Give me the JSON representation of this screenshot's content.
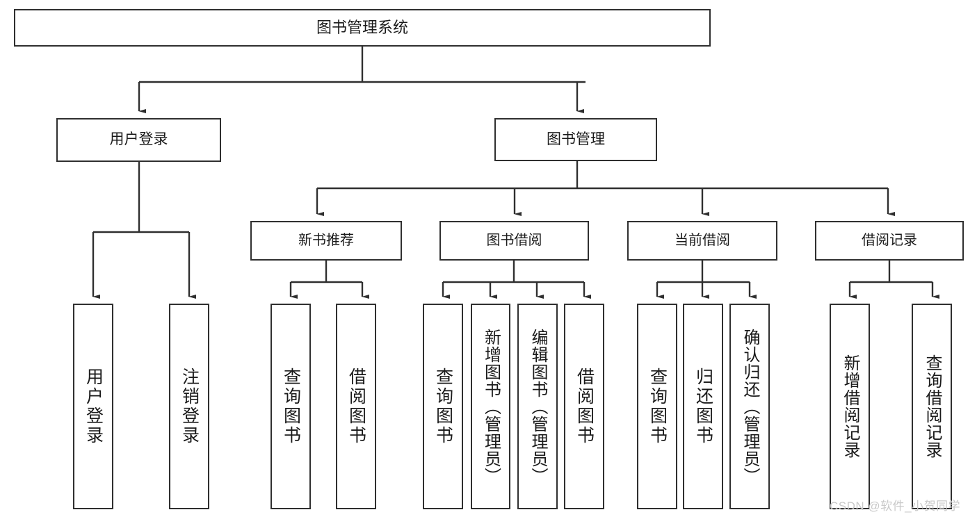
{
  "diagram": {
    "title": "图书管理系统",
    "type": "hierarchy-tree",
    "root": {
      "id": "root",
      "label": "图书管理系统"
    },
    "level1": [
      {
        "id": "user-login",
        "label": "用户登录"
      },
      {
        "id": "book-manage",
        "label": "图书管理"
      }
    ],
    "level2": [
      {
        "id": "new-book-recommend",
        "label": "新书推荐",
        "parent": "book-manage"
      },
      {
        "id": "book-borrow",
        "label": "图书借阅",
        "parent": "book-manage"
      },
      {
        "id": "current-borrow",
        "label": "当前借阅",
        "parent": "book-manage"
      },
      {
        "id": "borrow-record",
        "label": "借阅记录",
        "parent": "book-manage"
      }
    ],
    "leaves": [
      {
        "id": "leaf-user-login",
        "label": "用户登录",
        "parent": "user-login"
      },
      {
        "id": "leaf-user-logout",
        "label": "注销登录",
        "parent": "user-login"
      },
      {
        "id": "leaf-query-book-1",
        "label": "查询图书",
        "parent": "new-book-recommend"
      },
      {
        "id": "leaf-borrow-book-1",
        "label": "借阅图书",
        "parent": "new-book-recommend"
      },
      {
        "id": "leaf-query-book-2",
        "label": "查询图书",
        "parent": "book-borrow"
      },
      {
        "id": "leaf-add-book",
        "label": "新增图书（管理员）",
        "parent": "book-borrow"
      },
      {
        "id": "leaf-edit-book",
        "label": "编辑图书（管理员）",
        "parent": "book-borrow"
      },
      {
        "id": "leaf-borrow-book-2",
        "label": "借阅图书",
        "parent": "book-borrow"
      },
      {
        "id": "leaf-query-book-3",
        "label": "查询图书",
        "parent": "current-borrow"
      },
      {
        "id": "leaf-return-book",
        "label": "归还图书",
        "parent": "current-borrow"
      },
      {
        "id": "leaf-confirm-return",
        "label": "确认归还（管理员）",
        "parent": "current-borrow"
      },
      {
        "id": "leaf-add-record",
        "label": "新增借阅记录",
        "parent": "borrow-record"
      },
      {
        "id": "leaf-query-record",
        "label": "查询借阅记录",
        "parent": "borrow-record"
      }
    ]
  },
  "watermark": {
    "text": "CSDN @软件_小贺同学"
  },
  "colors": {
    "stroke": "#2f2f2f",
    "fill": "#ffffff",
    "text": "#1a1a1a",
    "watermark": "#c9c9c9"
  }
}
